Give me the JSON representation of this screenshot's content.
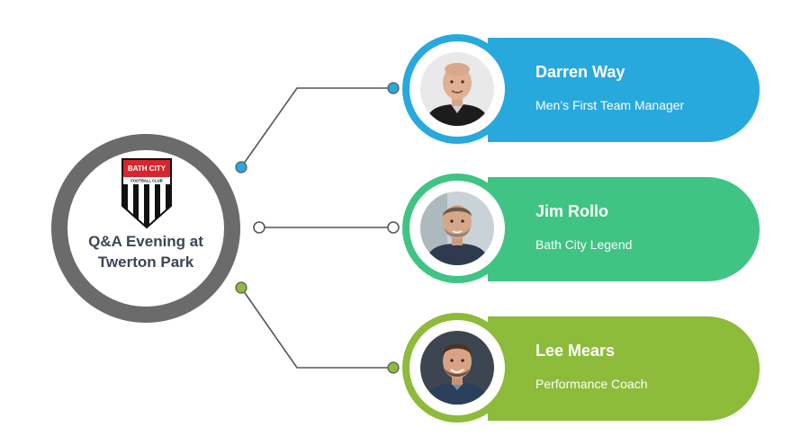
{
  "hub": {
    "title_line1": "Q&A Evening at",
    "title_line2": "Twerton Park",
    "crest_top_text": "BATH CITY",
    "crest_sub_text": "FOOTBALL CLUB"
  },
  "speakers": [
    {
      "name": "Darren Way",
      "role": "Men’s First Team Manager",
      "color": "#27a9dd",
      "dot": "#27a9dd"
    },
    {
      "name": "Jim Rollo",
      "role": "Bath City Legend",
      "color": "#3fc484",
      "dot": "#ffffff"
    },
    {
      "name": "Lee Mears",
      "role": "Performance Coach",
      "color": "#8dbb3a",
      "dot": "#8dbb3a"
    }
  ],
  "colors": {
    "hub_ring": "#6b6b6b",
    "connector": "#555555",
    "text_dark": "#3b4656",
    "crest_red": "#d7262f"
  }
}
